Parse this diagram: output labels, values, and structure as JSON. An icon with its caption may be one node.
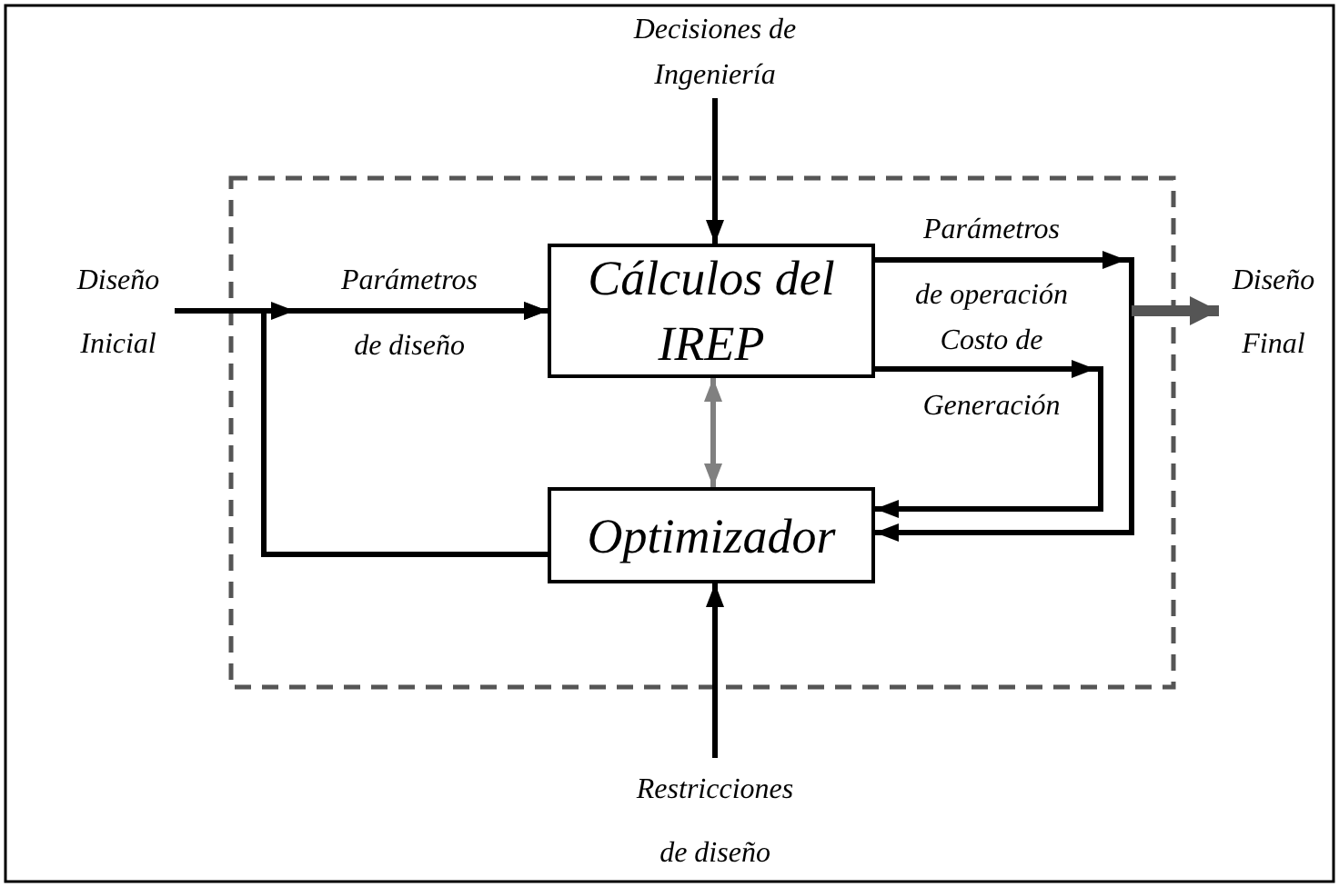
{
  "diagram": {
    "nodes": [
      {
        "text": [
          "Cálculos del IREP"
        ]
      },
      {
        "text": [
          "Optimizador"
        ]
      },
      {
        "text": [
          "Diseño Inicial"
        ]
      },
      {
        "text": [
          "Decisiones de Ingeniería"
        ]
      },
      {
        "text": [
          "Restricciones de diseño"
        ]
      },
      {
        "text": [
          "Diseño Final"
        ]
      }
    ],
    "edges": [
      {
        "from": 2,
        "to": 0,
        "arrow": "to",
        "label": "Parámetros de diseño"
      },
      {
        "from": 1,
        "to": 0,
        "arrow": "to"
      },
      {
        "from": 3,
        "to": 0,
        "arrow": "to"
      },
      {
        "from": 4,
        "to": 1,
        "arrow": "to"
      },
      {
        "from": 0,
        "to": 1,
        "arrow": "to",
        "label": "Parámetros de operación"
      },
      {
        "from": 0,
        "to": 1,
        "arrow": "to",
        "label": "Costo de Generación"
      },
      {
        "from": null,
        "to": 5,
        "arrow": "to",
        "style": "thick",
        "color": "#555555"
      },
      {
        "from": 0,
        "to": 1,
        "arrow": "both",
        "color": "#808080"
      }
    ]
  }
}
